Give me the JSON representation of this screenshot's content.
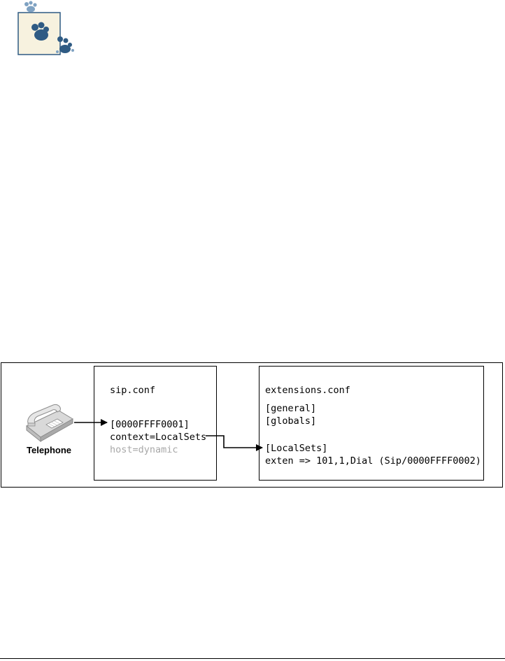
{
  "figure": {
    "sip_box": {
      "title": "sip.conf",
      "lines": [
        "[0000FFFF0001]",
        "context=LocalSets",
        "host=dynamic"
      ]
    },
    "ext_box": {
      "title": "extensions.conf",
      "lines": [
        "[general]",
        "[globals]",
        "[LocalSets]",
        "exten => 101,1,Dial (Sip/0000FFFF0002)"
      ]
    },
    "phone_label": "Telephone",
    "icons": [
      "tip-icon",
      "telephone-icon"
    ],
    "colors": {
      "line": "#000000",
      "muted_text": "#a8a8a8",
      "icon_blue": "#2f5b84",
      "icon_bg": "#f7f2df"
    }
  }
}
